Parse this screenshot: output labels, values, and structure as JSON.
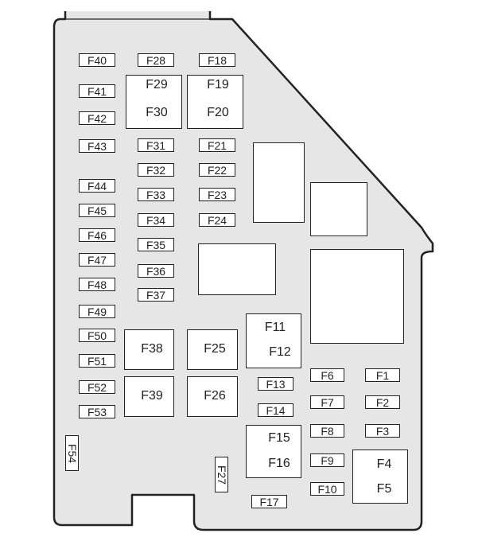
{
  "fuses": {
    "F40": "F40",
    "F28": "F28",
    "F18": "F18",
    "F41": "F41",
    "F42": "F42",
    "F43": "F43",
    "F44": "F44",
    "F45": "F45",
    "F46": "F46",
    "F47": "F47",
    "F48": "F48",
    "F49": "F49",
    "F50": "F50",
    "F51": "F51",
    "F52": "F52",
    "F53": "F53",
    "F54": "F54",
    "F31": "F31",
    "F32": "F32",
    "F33": "F33",
    "F34": "F34",
    "F35": "F35",
    "F36": "F36",
    "F37": "F37",
    "F21": "F21",
    "F22": "F22",
    "F23": "F23",
    "F24": "F24",
    "F13": "F13",
    "F14": "F14",
    "F17": "F17",
    "F27": "F27",
    "F6": "F6",
    "F7": "F7",
    "F8": "F8",
    "F9": "F9",
    "F10": "F10",
    "F1": "F1",
    "F2": "F2",
    "F3": "F3"
  },
  "relays": {
    "F29": "F29",
    "F30": "F30",
    "F19": "F19",
    "F20": "F20",
    "F38": "F38",
    "F39": "F39",
    "F25": "F25",
    "F26": "F26",
    "F11": "F11",
    "F12": "F12",
    "F15": "F15",
    "F16": "F16",
    "F4": "F4",
    "F5": "F5"
  },
  "colors": {
    "panel_fill": "#e6e6e6",
    "outline": "#222222",
    "slot_fill": "#ffffff"
  }
}
